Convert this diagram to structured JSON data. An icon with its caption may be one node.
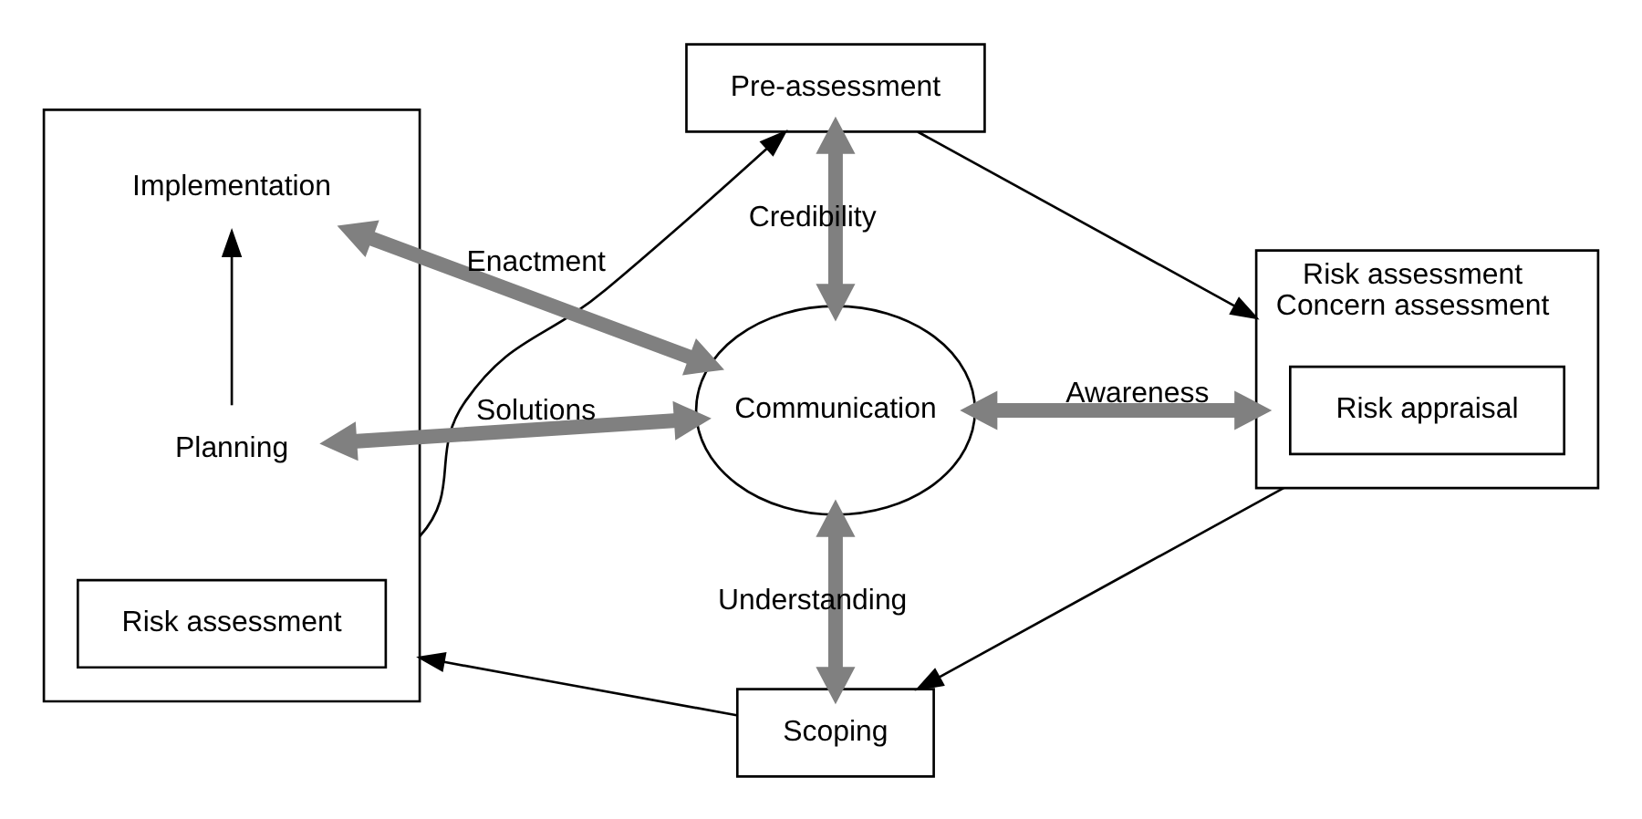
{
  "diagram": {
    "nodes": [
      {
        "text": [
          "Pre-assessment"
        ]
      },
      {
        "text": [],
        "shape": "box"
      },
      {
        "text": [
          "Risk assessment"
        ],
        "in": 1
      },
      {
        "text": [
          "Implementation"
        ],
        "in": 1
      },
      {
        "text": [
          "Planning"
        ],
        "in": 1
      },
      {
        "text": [
          "Communication"
        ]
      },
      {
        "text": [
          "Risk assessment",
          "Concern assessment"
        ]
      },
      {
        "text": [
          "Risk appraisal"
        ],
        "in": 6
      },
      {
        "text": [
          "Scoping"
        ]
      }
    ],
    "edges": [
      {
        "from": 1,
        "to": 0,
        "arrow": "to"
      },
      {
        "from": 0,
        "to": 6,
        "arrow": "to"
      },
      {
        "from": 6,
        "to": 8,
        "arrow": "to"
      },
      {
        "from": 8,
        "to": 1,
        "arrow": "to"
      },
      {
        "from": 4,
        "to": 3,
        "arrow": "to"
      },
      {
        "from": 0,
        "to": 5,
        "arrow": "both",
        "label": "Credibility",
        "style": "thick",
        "color": "#808080"
      },
      {
        "from": 3,
        "to": 5,
        "arrow": "both",
        "label": "Enactment",
        "style": "thick",
        "color": "#808080"
      },
      {
        "from": 4,
        "to": 5,
        "arrow": "both",
        "label": "Solutions",
        "style": "thick",
        "color": "#808080"
      },
      {
        "from": 5,
        "to": 6,
        "arrow": "both",
        "label": "Awareness",
        "style": "thick",
        "color": "#808080"
      },
      {
        "from": 5,
        "to": 8,
        "arrow": "both",
        "label": "Understanding",
        "style": "thick",
        "color": "#808080"
      }
    ]
  }
}
